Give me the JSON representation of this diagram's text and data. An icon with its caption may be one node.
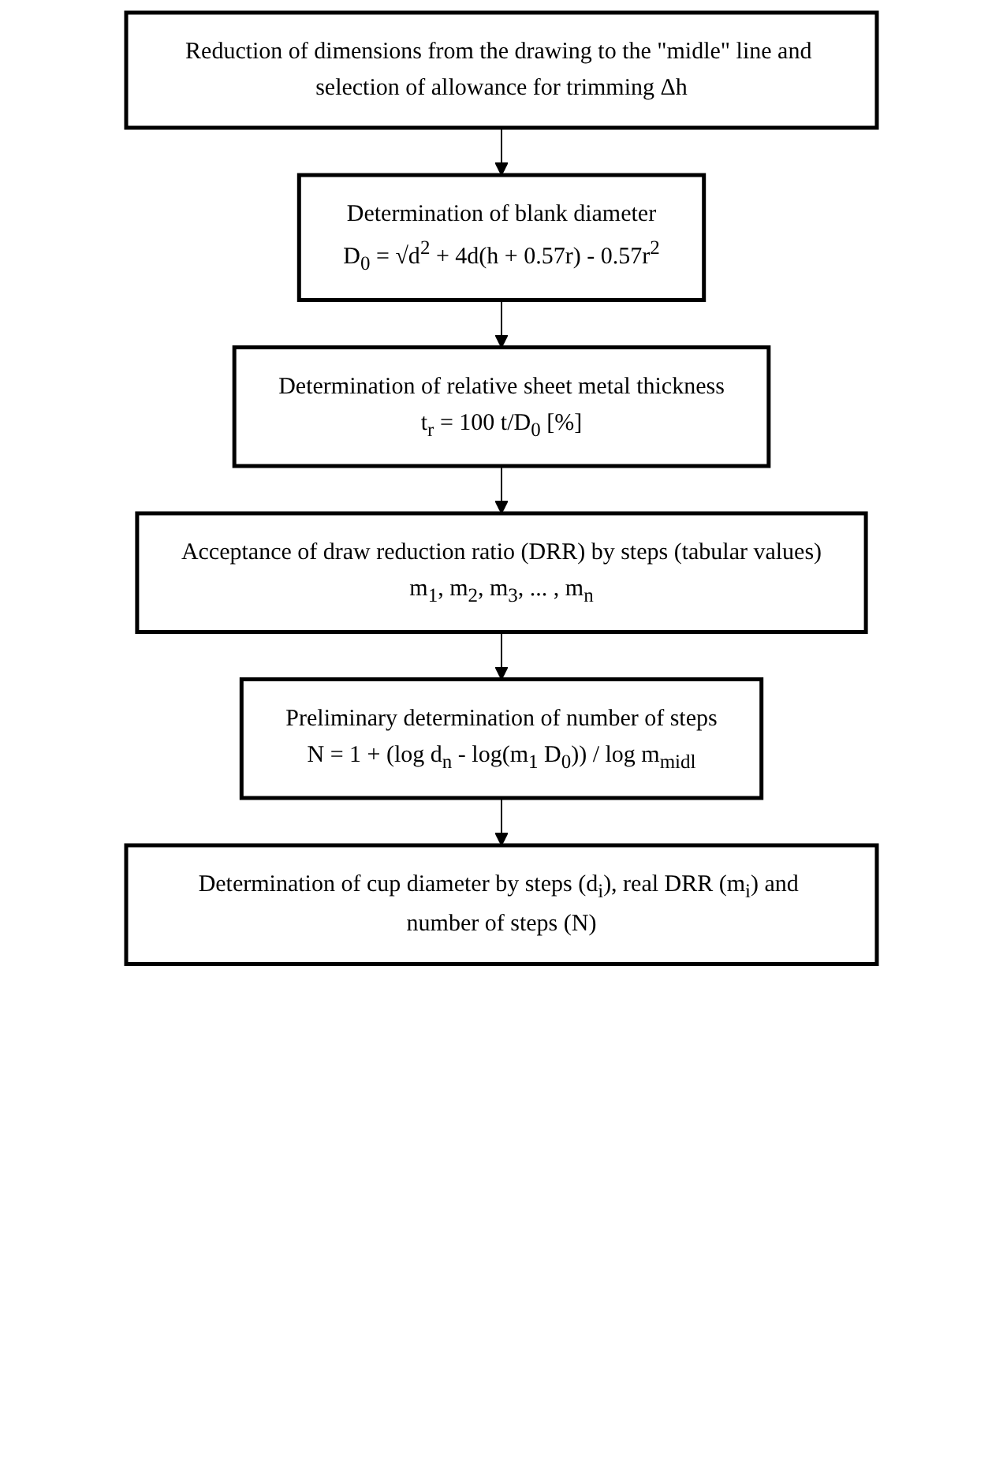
{
  "diagram": {
    "nodes": [
      {
        "text": [
          "Reduction of dimensions from the drawing to the \"midle\" line and selection of allowance for trimming Δh"
        ]
      },
      {
        "text": [
          "Determination of blank diameter",
          "D$_{0}$ = √d$^{2}$ + 4d(h + 0.57r) - 0.57r$^{2}$"
        ]
      },
      {
        "text": [
          "Determination of relative sheet metal thickness",
          "t$_{r}$ = 100 t/D$_{0}$ [%]"
        ]
      },
      {
        "text": [
          "Acceptance of draw reduction ratio (DRR) by steps (tabular values)",
          "m$_{1}$, m$_{2}$, m$_{3}$, ... , m$_{n}$"
        ]
      },
      {
        "text": [
          "Preliminary determination of number of steps",
          "N = 1 + (log d$_{n}$ - log(m$_{1}$ D$_{0}$)) / log m$_{midl}$"
        ]
      },
      {
        "text": [
          "Determination of cup diameter by steps (d$_{i}$), real DRR (m$_{i}$) and number of steps (N)"
        ]
      }
    ],
    "edges": [
      {
        "from": 0,
        "to": 1,
        "arrow": "to"
      },
      {
        "from": 1,
        "to": 2,
        "arrow": "to"
      },
      {
        "from": 2,
        "to": 3,
        "arrow": "to"
      },
      {
        "from": 3,
        "to": 4,
        "arrow": "to"
      },
      {
        "from": 4,
        "to": 5,
        "arrow": "to"
      }
    ]
  }
}
